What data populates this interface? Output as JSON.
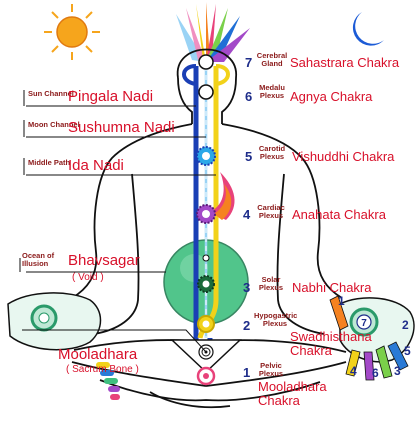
{
  "chakras": [
    {
      "number": "7",
      "gland": "Cerebral Gland",
      "name": "Sahastrara Chakra"
    },
    {
      "number": "6",
      "gland": "Medalu Plexus",
      "name": "Agnya Chakra"
    },
    {
      "number": "5",
      "gland": "Carotid Plexus",
      "name": "Vishuddhi Chakra"
    },
    {
      "number": "4",
      "gland": "Cardiac Plexus",
      "name": "Anahata Chakra"
    },
    {
      "number": "3",
      "gland": "Solar Plexus",
      "name": "Nabhi Chakra"
    },
    {
      "number": "2",
      "gland": "Hypogastric Plexus",
      "name": "Swadhisthana Chakra"
    },
    {
      "number": "1",
      "gland": "Pelvic Plexus",
      "name": "Mooladhara Chakra"
    }
  ],
  "nadis": [
    {
      "caption": "Sun Channel",
      "name": "Pingala Nadi"
    },
    {
      "caption": "Moon Channel",
      "name": "Sushumna Nadi"
    },
    {
      "caption": "Middle Path",
      "name": "Ida Nadi"
    }
  ],
  "bhavsagar": {
    "caption": "Ocean of Illusion",
    "name": "Bhavsagar",
    "sub": "( Void )"
  },
  "mooladhara": {
    "name": "Mooladhara",
    "sub": "( Sacrum Bone )"
  },
  "hand_numbers": [
    "1",
    "2",
    "3",
    "4",
    "5",
    "6",
    "7"
  ],
  "colors": {
    "label_red": "#d8102a",
    "number_blue": "#1e2d8a",
    "caption_dark_red": "#8b1a1a",
    "pingala_blue": "#1a3fb5",
    "ida_yellow": "#f2d21a",
    "bhavsagar_green": "#3fbf7f",
    "sun": "#f6a51c",
    "moon": "#1c5bd6"
  }
}
